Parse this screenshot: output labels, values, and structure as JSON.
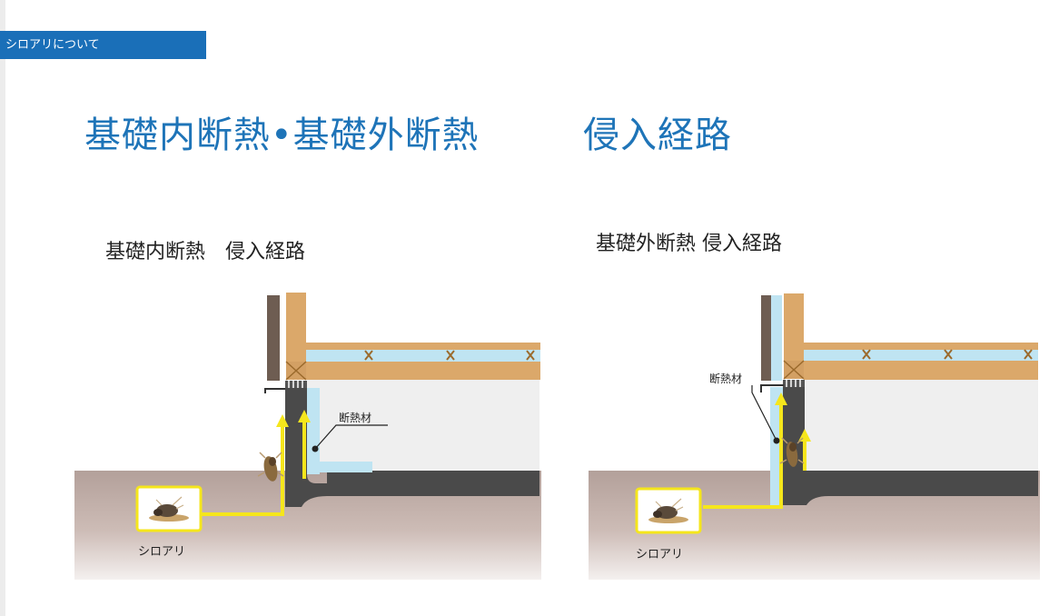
{
  "header": {
    "tag": "シロアリについて"
  },
  "title": {
    "left": "基礎内断熱•基礎外断熱",
    "right": "侵入経路"
  },
  "diagrams": [
    {
      "subtitle": "基礎内断熱　侵入経路",
      "insulation_label": "断熱材",
      "termite_label": "シロアリ"
    },
    {
      "subtitle": "基礎外断熱 侵入経路",
      "insulation_label": "断熱材",
      "termite_label": "シロアリ"
    }
  ],
  "colors": {
    "brand_blue": "#1a6fb8",
    "title_blue": "#1e74b8",
    "wood": "#dba86a",
    "insulation": "#bfe4f2",
    "concrete": "#4a4a4a",
    "ground": "#b5a39c",
    "arrow_yellow": "#f5e61c"
  }
}
